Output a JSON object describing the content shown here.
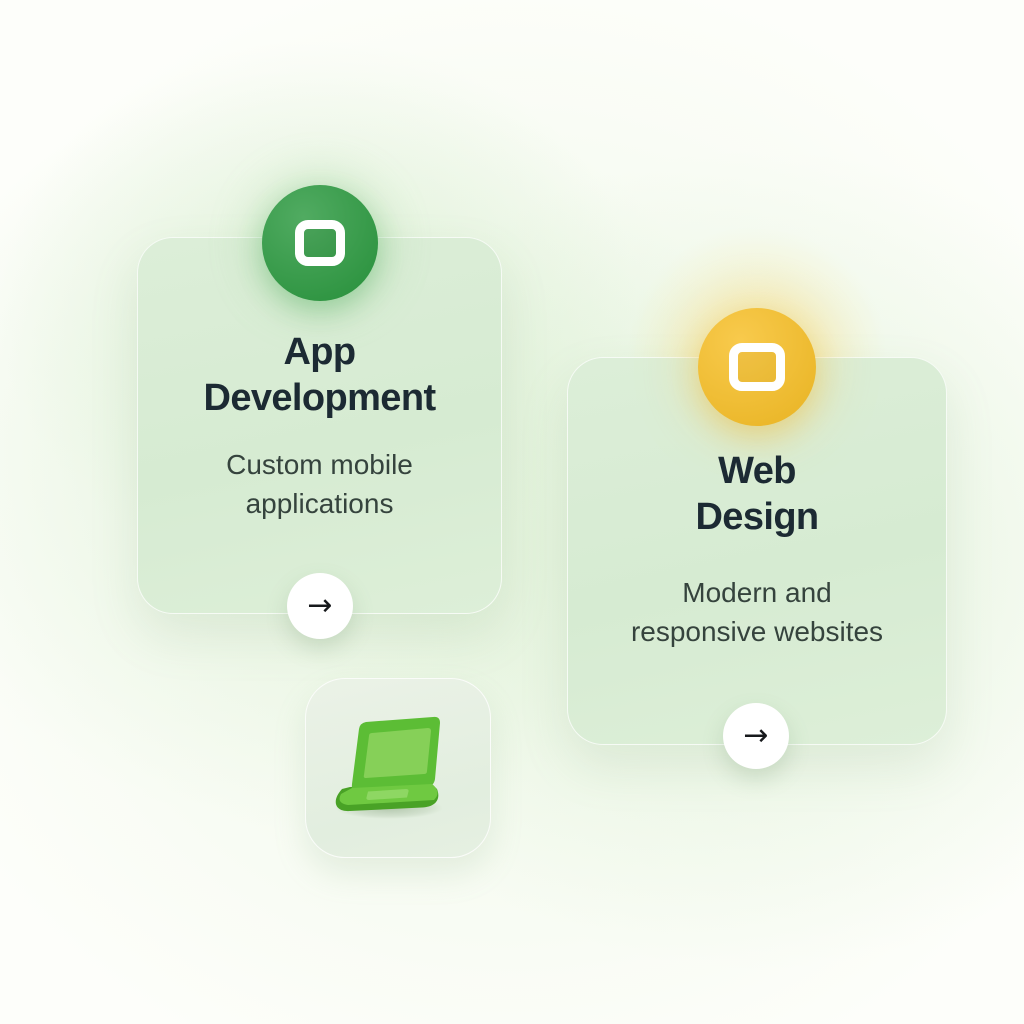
{
  "cards": [
    {
      "icon": "screen-outline-icon",
      "accent_color": "#2f9b43",
      "title_lines": [
        "App",
        "Development"
      ],
      "subtitle_lines": [
        "Custom mobile",
        "applications"
      ],
      "arrow_glyph": "→"
    },
    {
      "icon": "screen-outline-icon",
      "accent_color": "#f7c02a",
      "title_lines": [
        "Web",
        "Design"
      ],
      "subtitle_lines": [
        "Modern and",
        "responsive websites"
      ],
      "arrow_glyph": "→"
    }
  ],
  "illustration": {
    "icon": "laptop-3d-icon",
    "primary_color": "#5cbd35"
  },
  "colors": {
    "page_background": "#fdfefa",
    "card_background": "#d8ecd4",
    "title_text": "#1c2a33",
    "subtitle_text": "#35433d",
    "arrow_button_background": "#ffffff",
    "arrow_glyph_color": "#17191c"
  }
}
